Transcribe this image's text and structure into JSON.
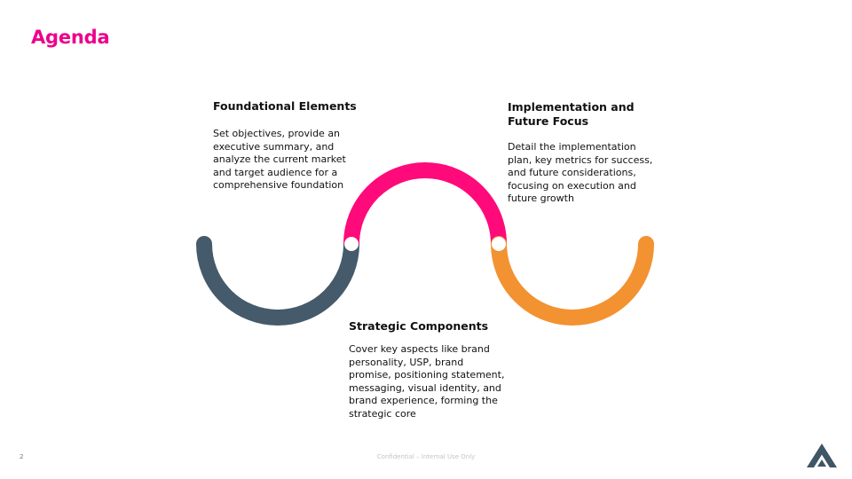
{
  "slide": {
    "title": "Agenda",
    "page_number": "2",
    "footer": "Confidential – Internal Use Only"
  },
  "colors": {
    "title": "#ec008c",
    "arc_1": "#455a6a",
    "arc_2": "#ff0a7a",
    "arc_3": "#f39231",
    "logo": "#3f5667"
  },
  "steps": [
    {
      "heading": "Foundational Elements",
      "body": "Set objectives, provide an executive summary, and analyze the current market and target audience for a comprehensive foundation",
      "color": "#455a6a"
    },
    {
      "heading": "Implementation and Future Focus",
      "body": "Detail the implementation plan, key metrics for success, and future considerations, focusing on execution and future growth",
      "color": "#f39231"
    },
    {
      "heading": "Strategic Components",
      "body": "Cover key aspects like brand personality, USP, brand promise, positioning statement, messaging, visual identity, and brand experience, forming the strategic core",
      "color": "#ff0a7a"
    }
  ],
  "logo_icon": "chevron-a-logo"
}
